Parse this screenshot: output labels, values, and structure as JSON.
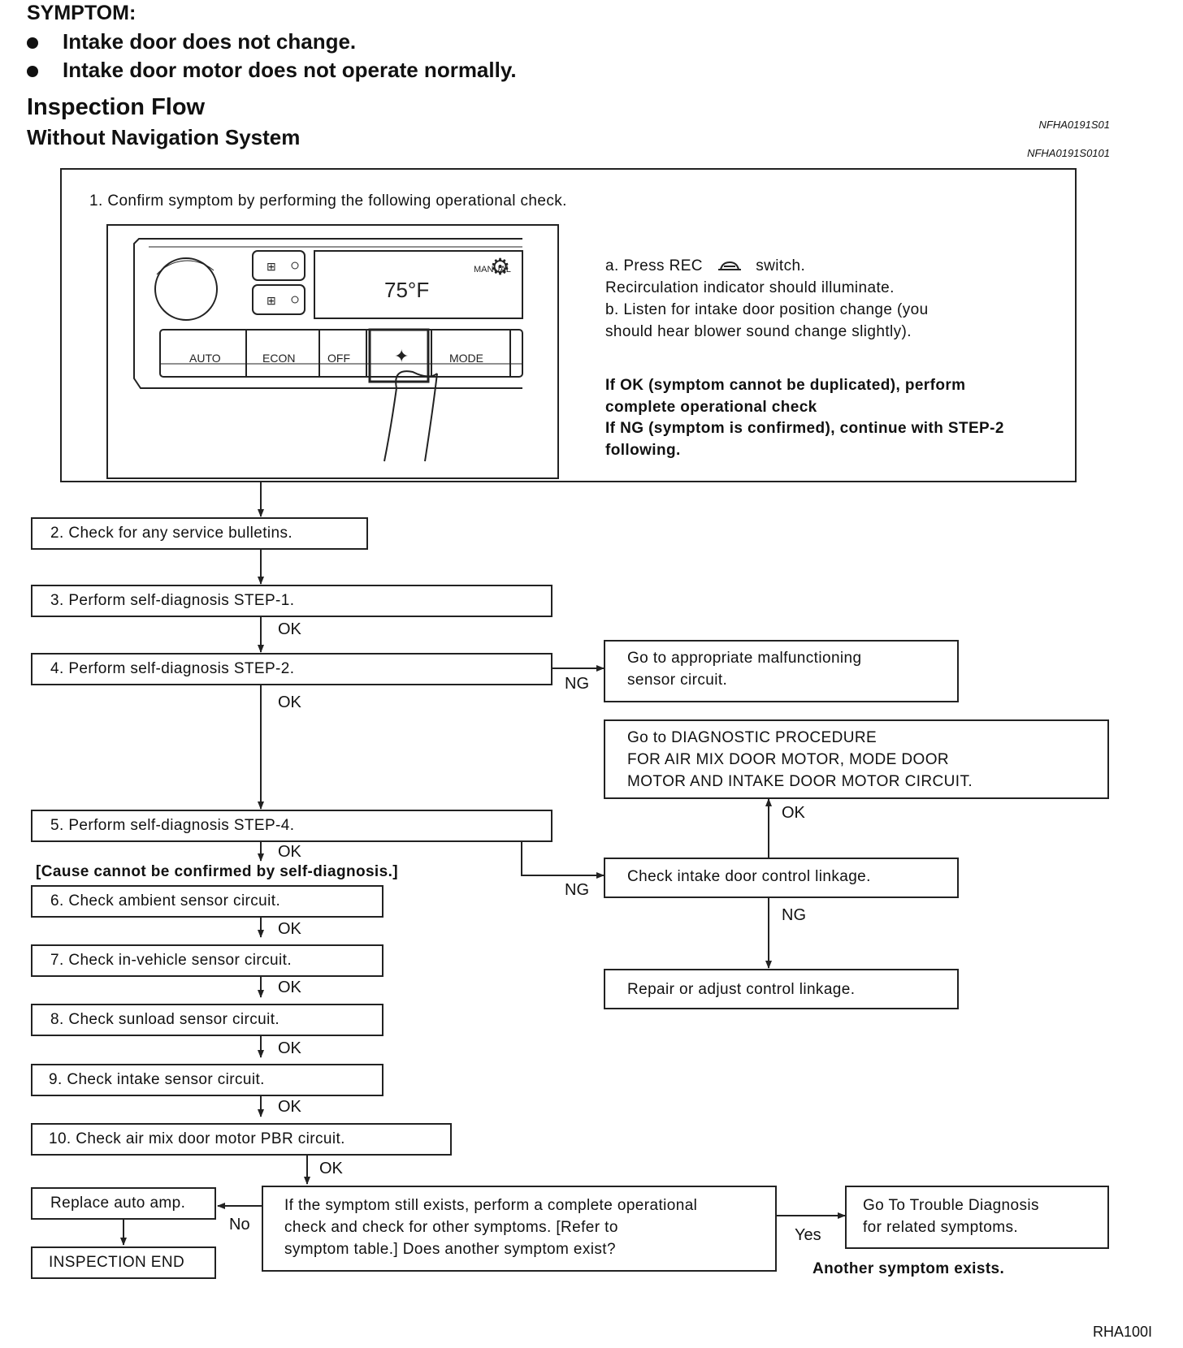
{
  "header": {
    "symptom_title": "SYMPTOM:",
    "symptom_items": [
      "Intake door does not change.",
      "Intake door motor does not operate normally."
    ],
    "flow_title": "Inspection Flow",
    "sub_title": "Without Navigation System",
    "ref_1": "NFHA0191S01",
    "ref_2": "NFHA0191S0101"
  },
  "step1": {
    "title": "1. Confirm symptom by performing the following operational check.",
    "panel": {
      "temp": "75°F",
      "manual": "MANUAL",
      "buttons": [
        "AUTO",
        "ECON",
        "OFF",
        "MODE"
      ]
    },
    "instructions": {
      "a_pre": "a. Press REC",
      "a_post": "switch.",
      "a2": "Recirculation indicator should illuminate.",
      "b1": "b. Listen for intake door position change (you",
      "b2": "should hear blower sound change slightly).",
      "ok1": "If OK (symptom cannot be duplicated), perform",
      "ok2": "complete operational check",
      "ng1": "If NG (symptom is confirmed), continue with STEP-2",
      "ng2": "following."
    }
  },
  "steps": {
    "s2": "2. Check for any service bulletins.",
    "s3": "3. Perform self-diagnosis STEP-1.",
    "s4": "4. Perform self-diagnosis STEP-2.",
    "s4_ng1": "Go to appropriate malfunctioning",
    "s4_ng2": "sensor circuit.",
    "diag1": "Go to DIAGNOSTIC PROCEDURE",
    "diag2": "FOR AIR MIX DOOR MOTOR, MODE DOOR",
    "diag3": "MOTOR AND INTAKE DOOR MOTOR CIRCUIT.",
    "s5": "5. Perform self-diagnosis STEP-4.",
    "cause": "[Cause cannot be confirmed by self-diagnosis.]",
    "linkage": "Check intake door control linkage.",
    "repair": "Repair or adjust control linkage.",
    "s6": "6. Check ambient sensor circuit.",
    "s7": "7. Check in-vehicle sensor circuit.",
    "s8": "8. Check sunload sensor circuit.",
    "s9": "9. Check intake sensor circuit.",
    "s10": "10. Check air mix door motor PBR circuit.",
    "replace": "Replace auto amp.",
    "end": "INSPECTION END",
    "final1": "If the symptom still exists, perform a complete operational",
    "final2": "check and check for other symptoms. [Refer to",
    "final3": "symptom table.] Does another symptom exist?",
    "trouble1": "Go To Trouble Diagnosis",
    "trouble2": "for related symptoms.",
    "another": "Another symptom exists."
  },
  "labels": {
    "ok": "OK",
    "ng": "NG",
    "no": "No",
    "yes": "Yes"
  },
  "figure_id": "RHA100I"
}
